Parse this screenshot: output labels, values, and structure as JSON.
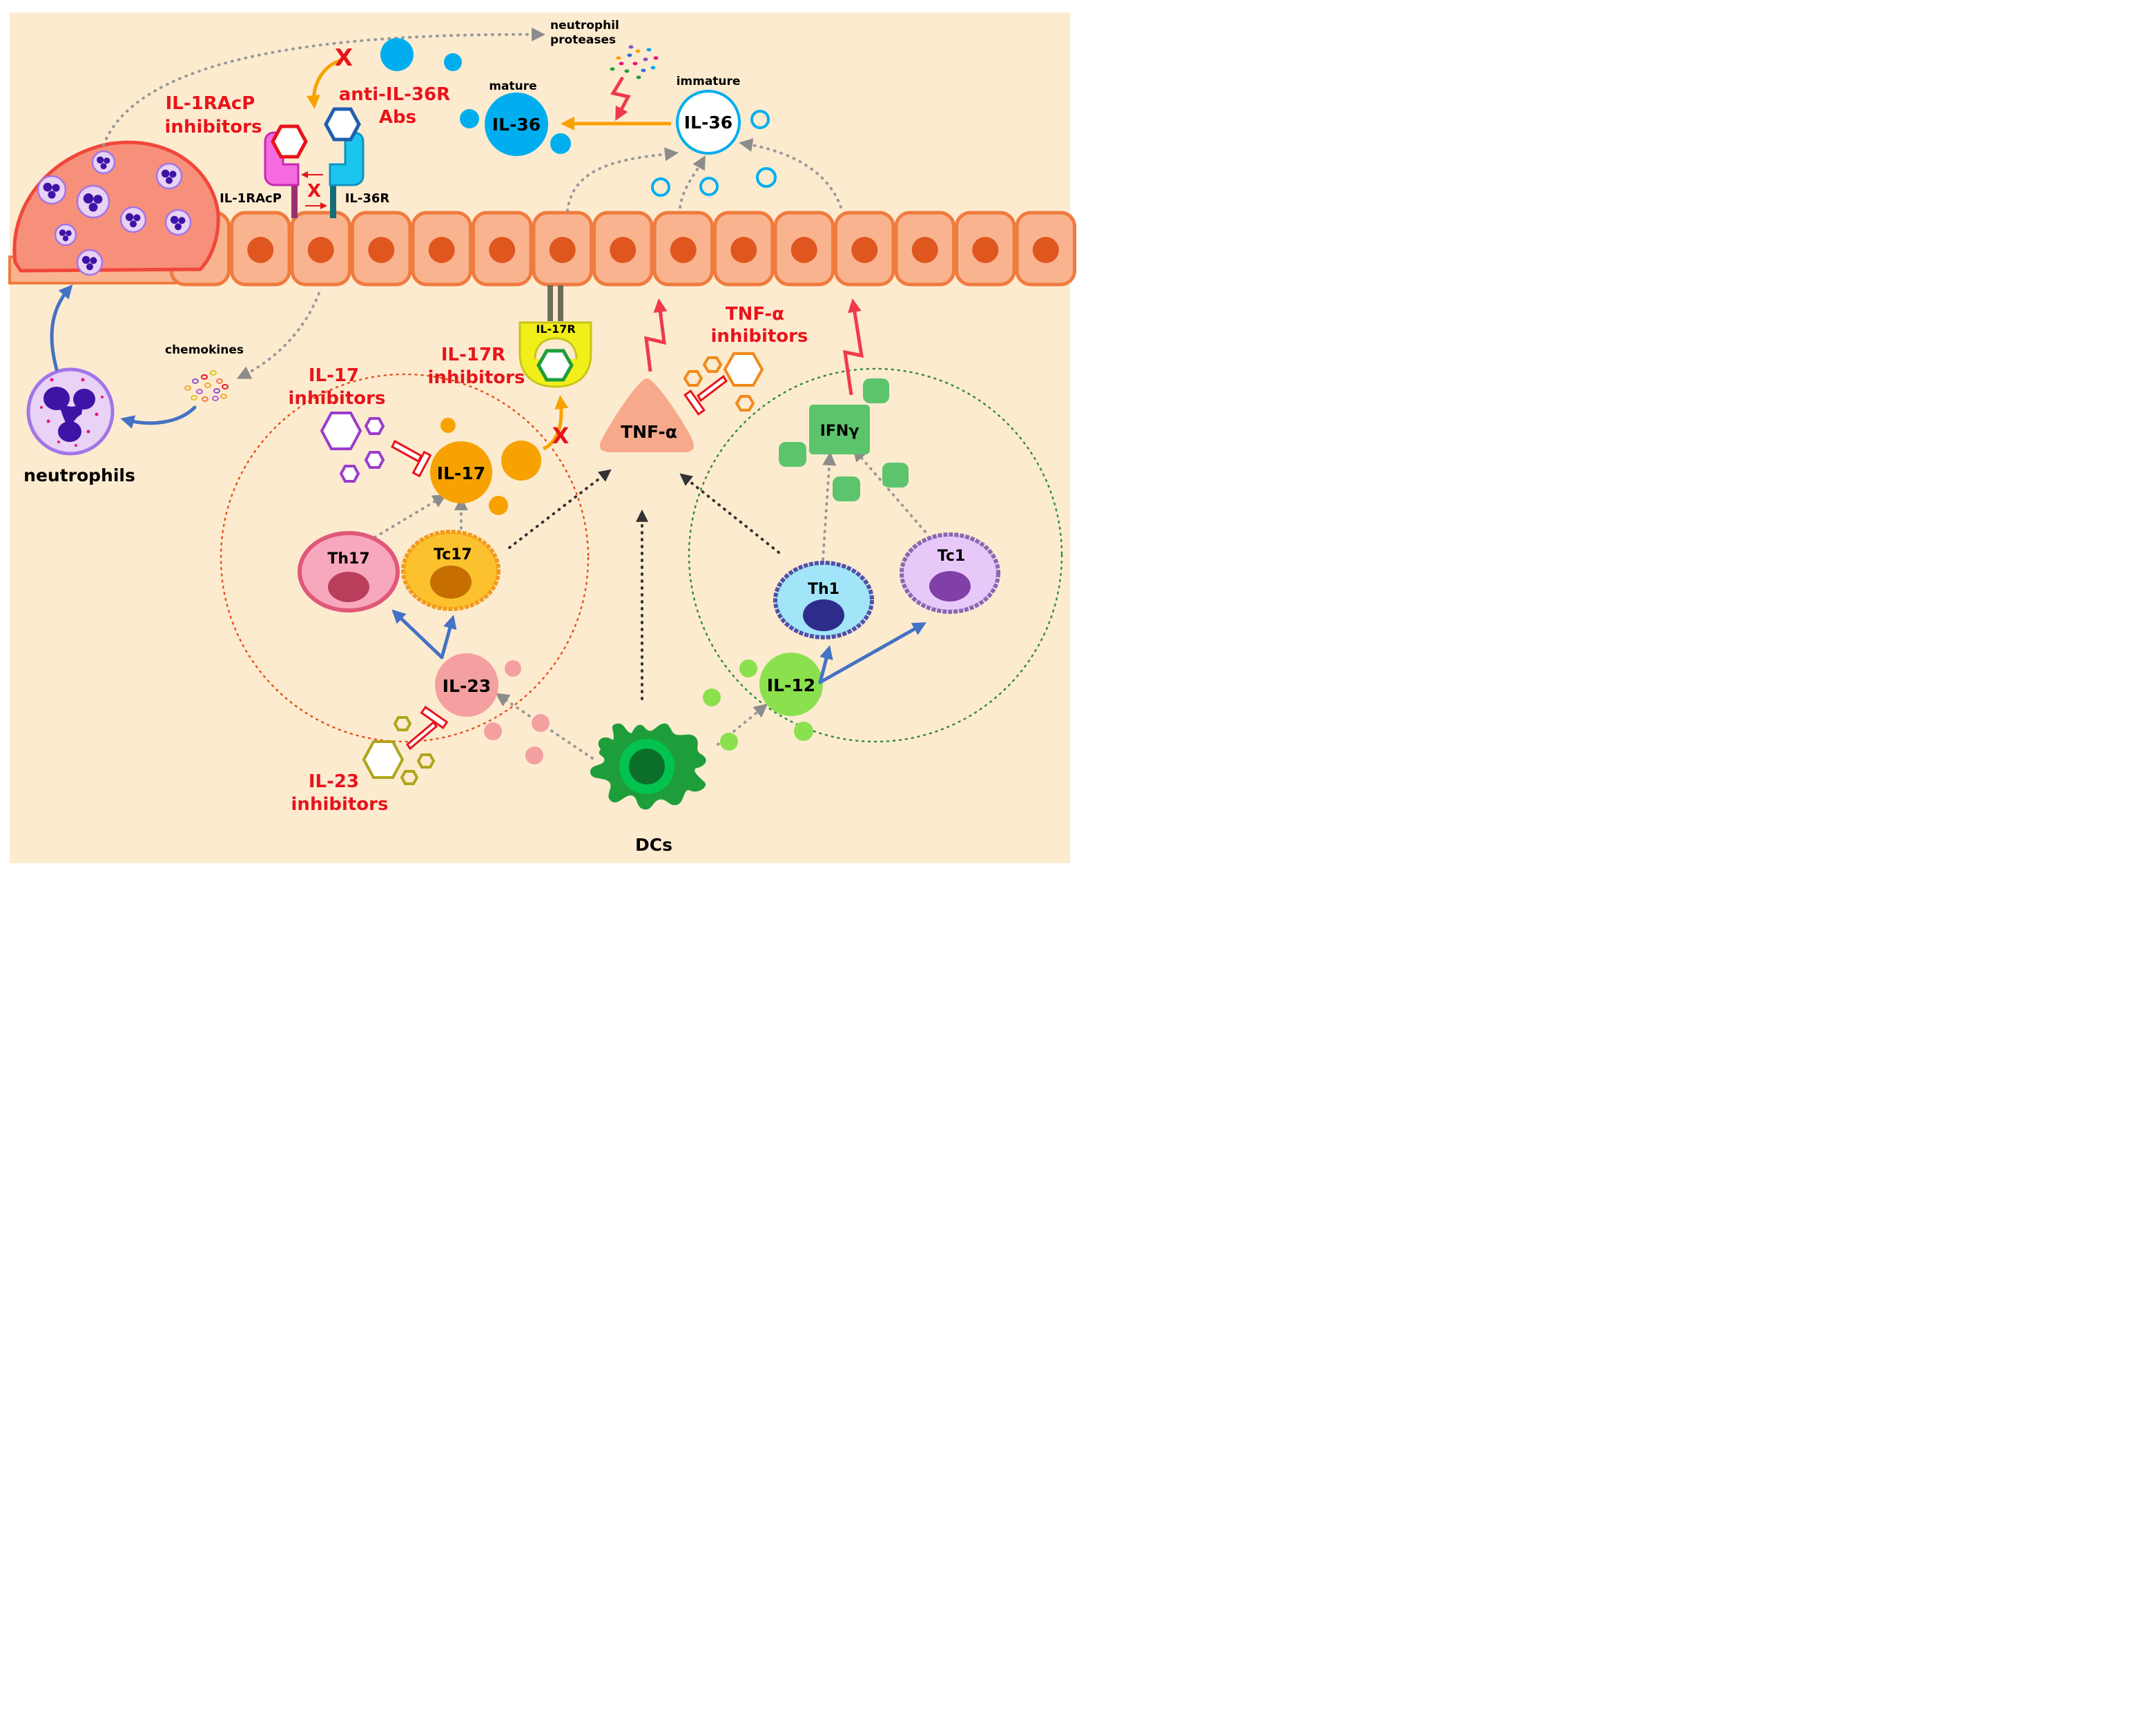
{
  "labels": {
    "neutrophil_proteases": [
      "neutrophil",
      "proteases"
    ],
    "mature": "mature",
    "immature": "immature",
    "il36_mature": "IL-36",
    "il36_immature": "IL-36",
    "il1racp_inhibitors": [
      "IL-1RAcP",
      "inhibitors"
    ],
    "anti_il36r_abs": [
      "anti-IL-36R",
      "Abs"
    ],
    "il1racp": "IL-1RAcP",
    "il36r": "IL-36R",
    "x_mark": "X",
    "chemokines": "chemokines",
    "neutrophils": "neutrophils",
    "il17r": "IL-17R",
    "il17r_inhibitors": [
      "IL-17R",
      "inhibitors"
    ],
    "il17_inhibitors": [
      "IL-17",
      "inhibitors"
    ],
    "tnf_inhibitors": [
      "TNF-α",
      "inhibitors"
    ],
    "tnf": "TNF-α",
    "il17": "IL-17",
    "ifng": "IFNγ",
    "th17": "Th17",
    "tc17": "Tc17",
    "th1": "Th1",
    "tc1": "Tc1",
    "il23": "IL-23",
    "il12": "IL-12",
    "il23_inhibitors": [
      "IL-23",
      "inhibitors"
    ],
    "dcs": "DCs"
  },
  "colors": {
    "background": "#FDEBD0",
    "inhibitor_text": "#E8141B",
    "cell_fill": "#F9B48F",
    "cell_stroke": "#F07B3F",
    "nucleus": "#E0561F",
    "il36": "#00AEEF",
    "il17": "#F7A200",
    "il23": "#F4A0A0",
    "il12": "#8BE04E",
    "ifng": "#5CC46C",
    "tnf": "#F7A98C",
    "dc": "#1E9E3A",
    "blue_arrow": "#4472C4",
    "gray_arrow": "#999999"
  }
}
